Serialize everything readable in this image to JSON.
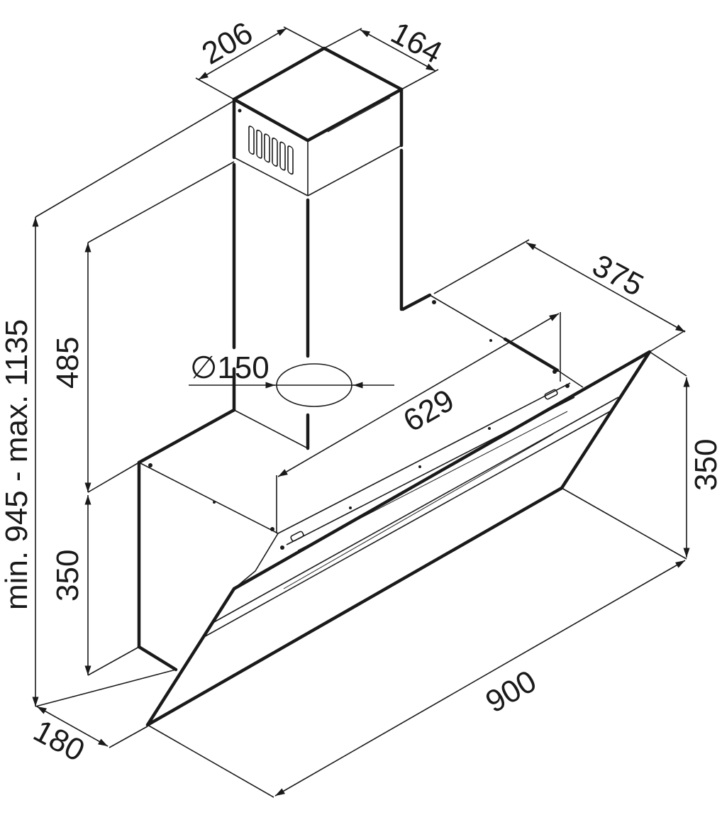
{
  "dimensions": {
    "chimney_width": "206",
    "chimney_depth": "164",
    "hood_depth": "375",
    "inner_width": "629",
    "duct_diameter": "∅150",
    "chimney_height": "485",
    "total_height": "min. 945 - max. 1135",
    "body_height_left": "350",
    "body_height_right": "350",
    "wall_depth": "180",
    "total_width": "900"
  }
}
